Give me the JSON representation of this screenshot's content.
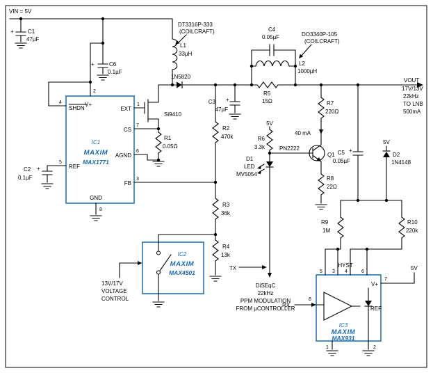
{
  "power": {
    "vin": "VIN = 5V",
    "r6_supply": "5V",
    "d2_supply": "5V",
    "ic3_supply": "5V"
  },
  "output": {
    "label": "VOUT",
    "voltage": "17V/13V",
    "tone": "22kHz",
    "dest": "TO LNB",
    "current": "500mA"
  },
  "misc": {
    "plus": "+"
  },
  "components": {
    "c1": {
      "ref": "C1",
      "value": "47µF"
    },
    "c2": {
      "ref": "C2",
      "value": "0.1µF"
    },
    "c3": {
      "ref": "C3",
      "value": "47µF"
    },
    "c4": {
      "ref": "C4",
      "value": "0.05µF"
    },
    "c5": {
      "ref": "C5",
      "value": "0.05µF"
    },
    "c6": {
      "ref": "C6",
      "value": "0.1µF"
    },
    "r1": {
      "ref": "R1",
      "value": "0.05Ω"
    },
    "r2": {
      "ref": "R2",
      "value": "470k"
    },
    "r3": {
      "ref": "R3",
      "value": "36k"
    },
    "r4": {
      "ref": "R4",
      "value": "13k"
    },
    "r5": {
      "ref": "R5",
      "value": "15Ω"
    },
    "r6": {
      "ref": "R6",
      "value": "3.3k"
    },
    "r7": {
      "ref": "R7",
      "value": "220Ω"
    },
    "r8": {
      "ref": "R8",
      "value": "22Ω"
    },
    "r9": {
      "ref": "R9",
      "value": "1M"
    },
    "r10": {
      "ref": "R10",
      "value": "220k"
    },
    "l1": {
      "ref": "L1",
      "value": "33µH",
      "part": "DT3316P-333",
      "vendor": "(COILCRAFT)"
    },
    "l2": {
      "ref": "L2",
      "value": "1000µH",
      "part": "DO3340P-105",
      "vendor": "(COILCRAFT)"
    },
    "d1": {
      "ref": "D1",
      "type": "LED",
      "part": "MV5054"
    },
    "d2": {
      "ref": "D2",
      "part": "1N4148"
    },
    "d3": {
      "part": "1N5820"
    },
    "q1": {
      "ref": "Q1",
      "part": "PN2222"
    },
    "m1": {
      "part": "Si9410"
    }
  },
  "ic1": {
    "ref": "IC1",
    "brand": "MAXIM",
    "part": "MAX1771",
    "pins": {
      "shdn": "SHDN",
      "vplus": "V+",
      "ext": "EXT",
      "cs": "CS",
      "agnd": "AGND",
      "ref": "REF",
      "fb": "FB",
      "gnd": "GND"
    },
    "nums": {
      "shdn": "4",
      "vplus": "2",
      "ext": "1",
      "cs": "7",
      "agnd": "6",
      "ref": "5",
      "fb": "3",
      "gnd": "8"
    }
  },
  "ic2": {
    "ref": "IC2",
    "brand": "MAXIM",
    "part": "MAX4501"
  },
  "ic3": {
    "ref": "IC3",
    "brand": "MAXIM",
    "part": "MAX931",
    "pins": {
      "hyst": "HYST",
      "vplus": "V+",
      "ref": "REF"
    },
    "nums": {
      "p5": "5",
      "p3": "3",
      "p4": "4",
      "p6": "6",
      "p7": "7",
      "p8": "8",
      "p1": "1",
      "p2": "2"
    }
  },
  "annotations": {
    "current": "40 mA",
    "tx": "TX",
    "rx": "RX",
    "diseqc": {
      "l1": "DiSEqC",
      "l2": "22kHz",
      "l3": "PPM MODULATION",
      "l4": "FROM µCONTROLLER"
    },
    "control": {
      "l1": "13V/17V",
      "l2": "VOLTAGE",
      "l3": "CONTROL"
    }
  },
  "colors": {
    "accent_blue": "#1668b3",
    "wire": "#000000"
  }
}
